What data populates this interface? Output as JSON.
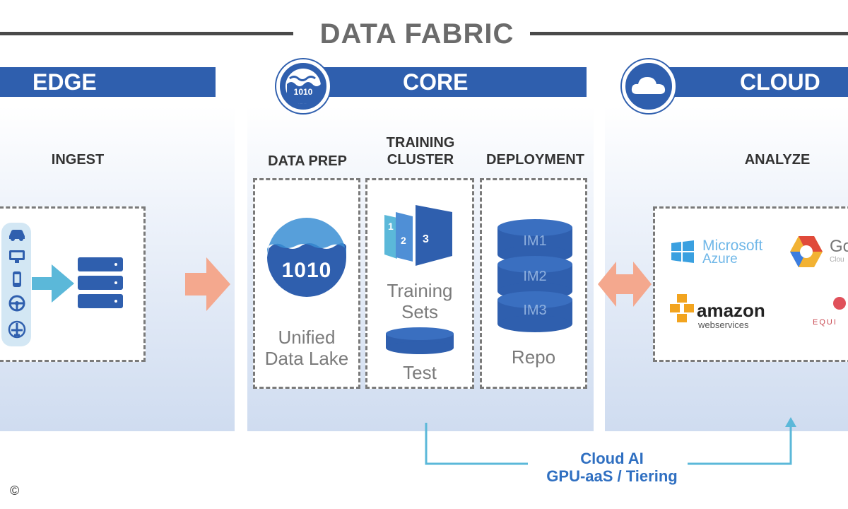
{
  "title": "DATA FABRIC",
  "sections": {
    "edge": "EDGE",
    "core": "CORE",
    "cloud": "CLOUD"
  },
  "columns": {
    "ingest": "INGEST",
    "data_prep": "DATA PREP",
    "training_cluster": "TRAINING\nCLUSTER",
    "deployment": "DEPLOYMENT",
    "analyze": "ANALYZE"
  },
  "core_badge_text": "1010",
  "data_lake": {
    "logo_text": "1010",
    "label_line1": "Unified",
    "label_line2": "Data Lake"
  },
  "training": {
    "layers": [
      "1",
      "2",
      "3"
    ],
    "sets_line1": "Training",
    "sets_line2": "Sets",
    "test_label": "Test"
  },
  "deployment_box": {
    "images": [
      "IM1",
      "IM2",
      "IM3"
    ],
    "repo_label": "Repo"
  },
  "cloud_logos": {
    "microsoft_line1": "Microsoft",
    "microsoft_line2": "Azure",
    "google_partial": "Go",
    "google_sub": "Clou",
    "amazon_line1": "amazon",
    "amazon_line2": "webservices",
    "equinix_partial": "EQUI"
  },
  "cloud_ai": {
    "line1": "Cloud AI",
    "line2": "GPU-aaS / Tiering"
  },
  "copyright": "©",
  "colors": {
    "brand_blue": "#2f5fae",
    "arrow_salmon": "#f4a88e",
    "arrow_cyan": "#5bb8d9",
    "note_blue": "#2f6fc1"
  },
  "icons": [
    "car-icon",
    "monitor-icon",
    "mobile-icon",
    "steering-wheel-icon",
    "airplane-icon",
    "server-stack-icon",
    "cloud-icon",
    "database-icon"
  ]
}
